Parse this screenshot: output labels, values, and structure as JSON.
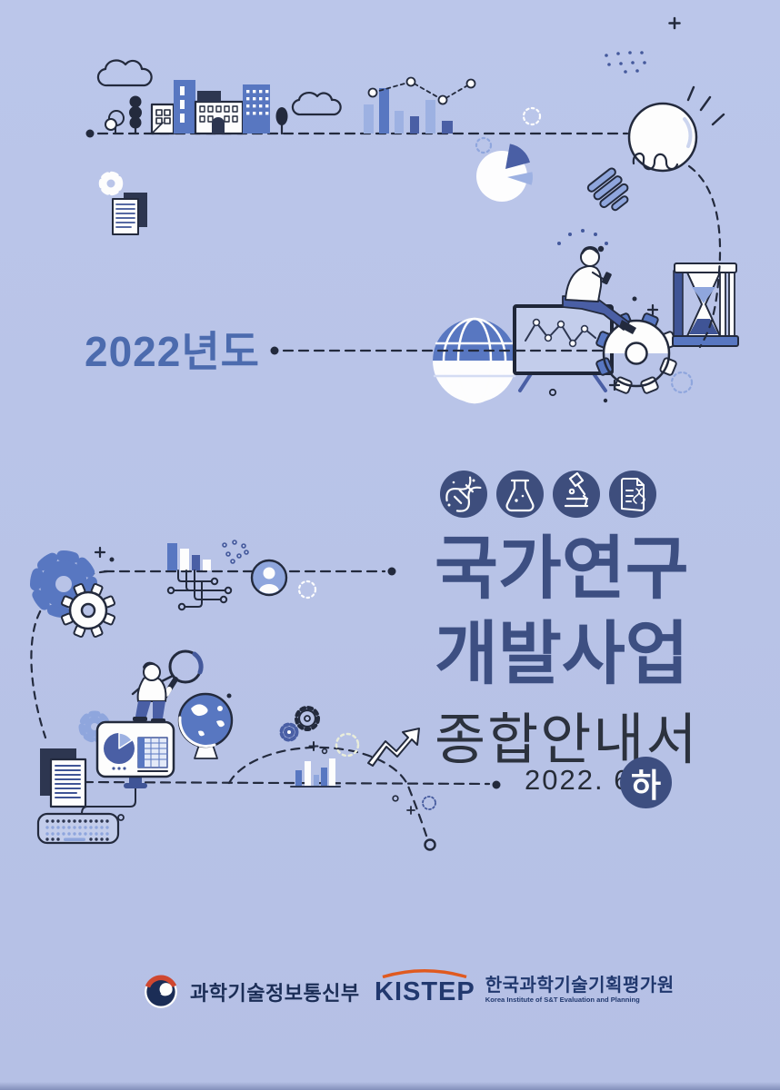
{
  "cover": {
    "year_label": "2022년도",
    "title_line1": "국가연구",
    "title_line2": "개발사업",
    "subtitle": "종합안내서",
    "date": "2022. 6",
    "volume_badge": "하"
  },
  "footer": {
    "ministry_name": "과학기술정보통신부",
    "institute_acronym": "KISTEP",
    "institute_name_ko": "한국과학기술기획평가원",
    "institute_name_en": "Korea Institute of S&T Evaluation and Planning"
  },
  "icon_badges": [
    "dna-icon",
    "flask-icon",
    "microscope-icon",
    "research-document-icon"
  ],
  "colors": {
    "background": "#b8c3e7",
    "title_navy": "#3d4f82",
    "year_blue": "#4c6bae",
    "subtitle_dark": "#2c323e",
    "badge_navy": "#3d4e80",
    "icon_circle_navy": "#3e4e7d",
    "illustration_blue": "#5877c1",
    "illustration_light_blue": "#9db1e2",
    "outline_dark": "#232a3d",
    "ministry_navy": "#1b2d56",
    "ministry_red": "#cf4730",
    "kistep_navy": "#21386e",
    "kistep_orange": "#e05a20"
  }
}
